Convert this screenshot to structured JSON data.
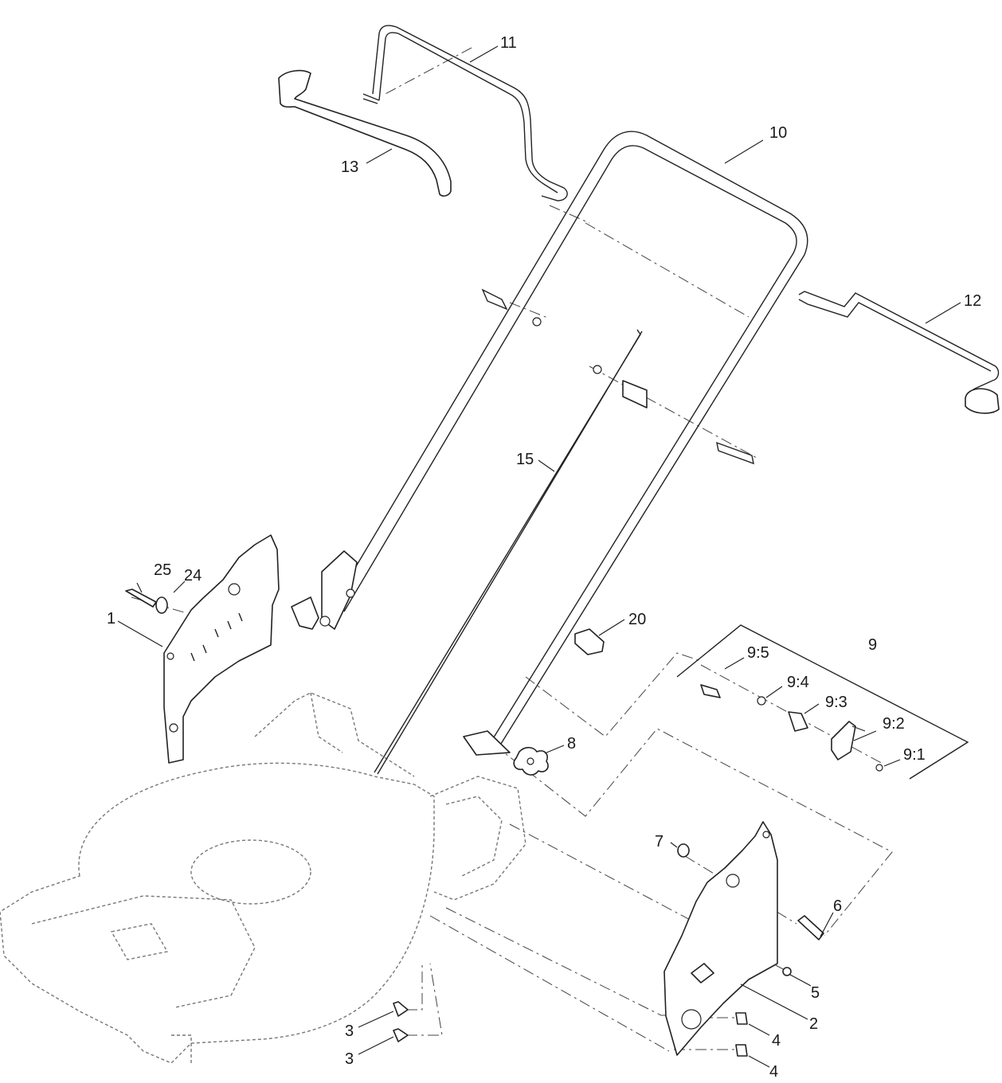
{
  "diagram": {
    "callouts": {
      "c11": "11",
      "c13": "13",
      "c10": "10",
      "c12": "12",
      "c15": "15",
      "c25": "25",
      "c24": "24",
      "c1": "1",
      "c20": "20",
      "c9_5": "9:5",
      "c9": "9",
      "c9_4": "9:4",
      "c9_3": "9:3",
      "c9_2": "9:2",
      "c9_1": "9:1",
      "c8": "8",
      "c7": "7",
      "c6": "6",
      "c5": "5",
      "c2": "2",
      "c4a": "4",
      "c4b": "4",
      "c3a": "3",
      "c3b": "3"
    }
  }
}
